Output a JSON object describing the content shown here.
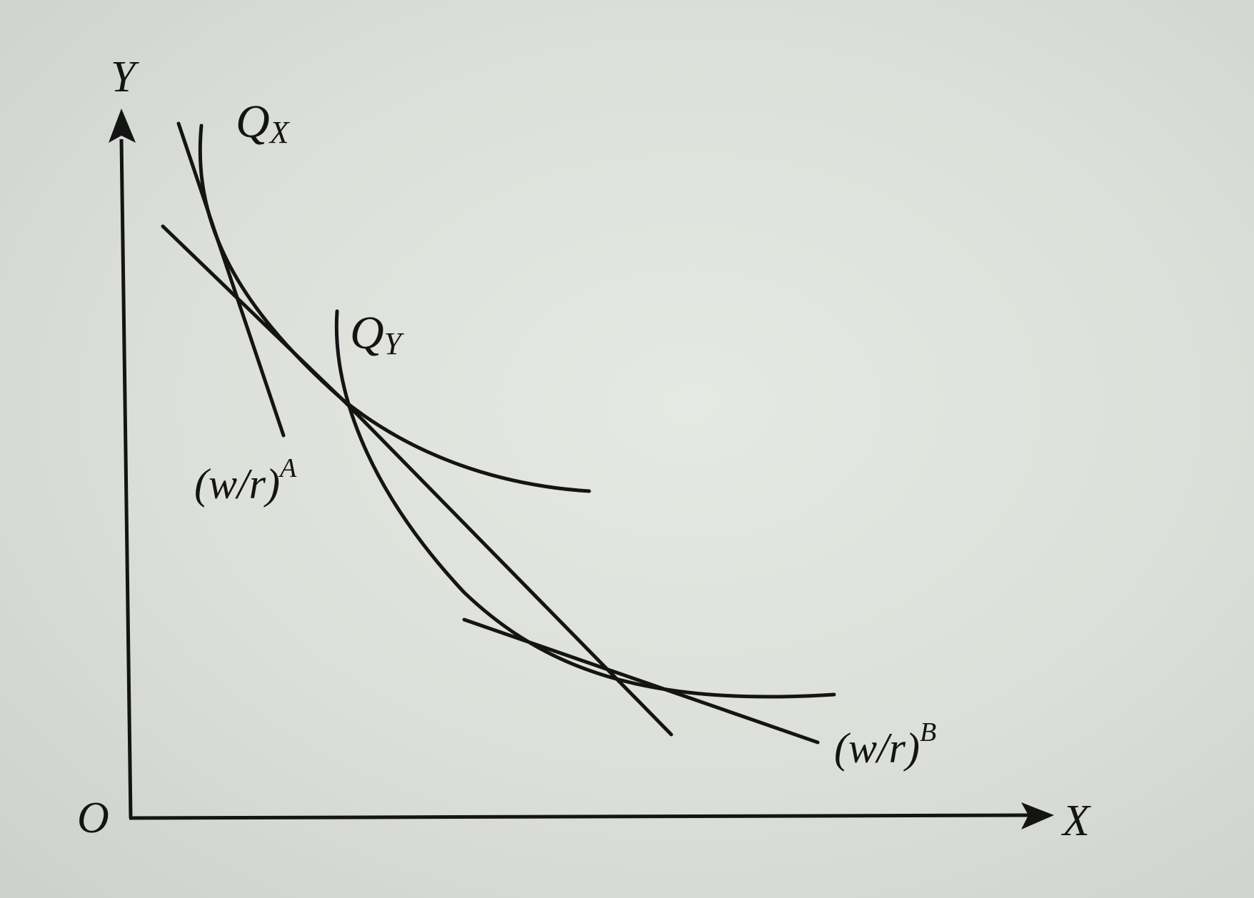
{
  "axes": {
    "y_label": "Y",
    "x_label": "X",
    "origin_label": "O"
  },
  "curves": {
    "qx": {
      "base": "Q",
      "sub": "X"
    },
    "qy": {
      "base": "Q",
      "sub": "Y"
    }
  },
  "price_lines": {
    "a": {
      "base": "(w/r)",
      "sup": "A"
    },
    "b": {
      "base": "(w/r)",
      "sup": "B"
    }
  },
  "colors": {
    "ink": "#141414",
    "paper": "#dfe2dd"
  }
}
